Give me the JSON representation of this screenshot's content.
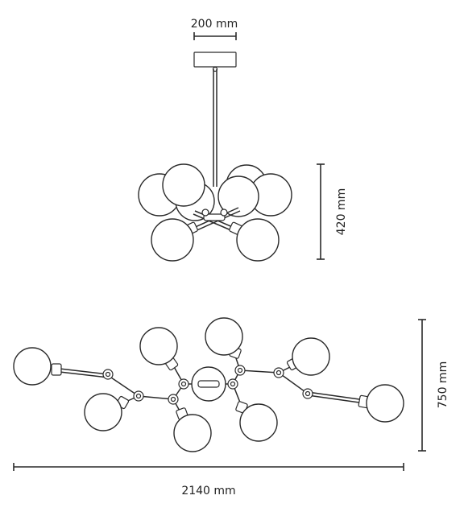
{
  "labels": {
    "canopy_width": "200 mm",
    "height_top": "420 mm",
    "height_bottom": "750 mm",
    "width_total": "2140 mm"
  }
}
